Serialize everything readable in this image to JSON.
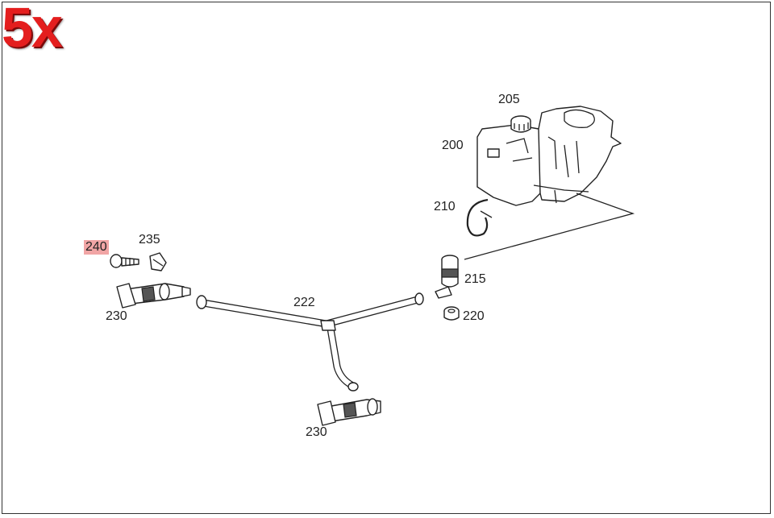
{
  "quantity_badge": "5x",
  "part_labels": {
    "p205": "205",
    "p200": "200",
    "p210": "210",
    "p215": "215",
    "p220": "220",
    "p222": "222",
    "p240": "240",
    "p235": "235",
    "p230_left": "230",
    "p230_bottom": "230"
  },
  "colors": {
    "badge": "#e41e1e",
    "highlight": "#f1a5a5"
  }
}
